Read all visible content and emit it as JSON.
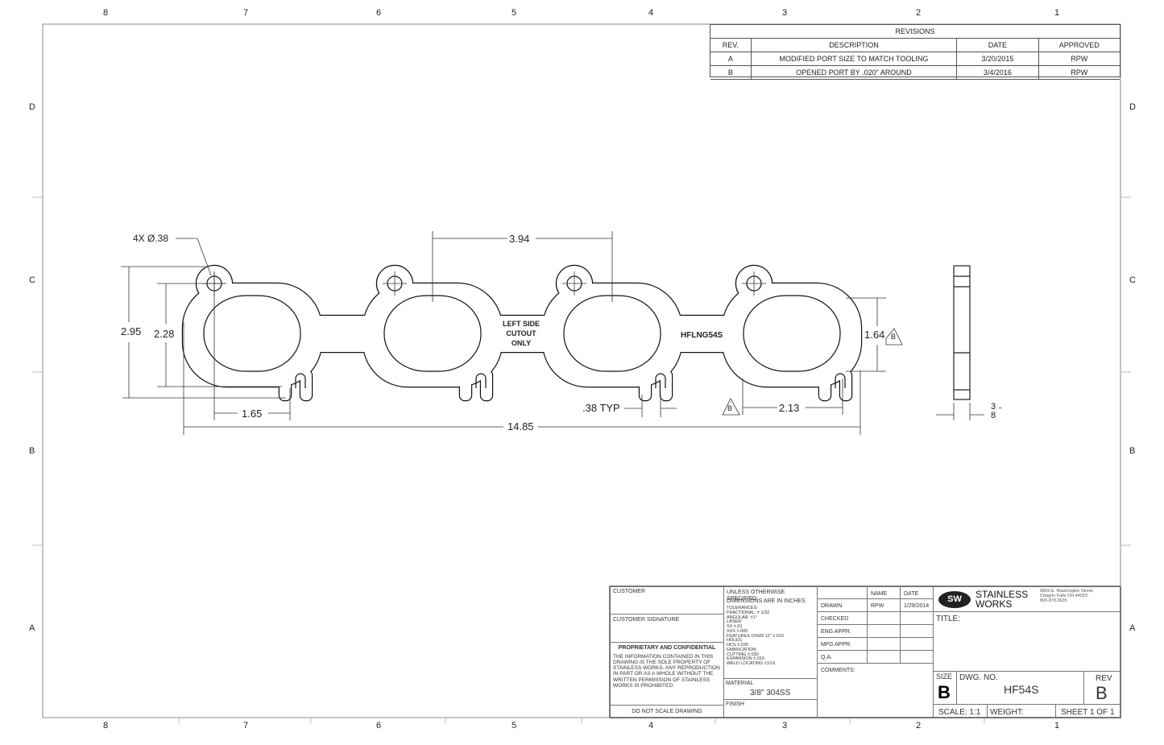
{
  "zones": {
    "top": [
      "8",
      "7",
      "6",
      "5",
      "4",
      "3",
      "2",
      "1"
    ],
    "side": [
      "D",
      "C",
      "B",
      "A"
    ]
  },
  "revisions": {
    "title": "REVISIONS",
    "headers": [
      "REV.",
      "DESCRIPTION",
      "DATE",
      "APPROVED"
    ],
    "rows": [
      [
        "A",
        "MODIFIED PORT SIZE TO MATCH TOOLING",
        "3/20/2015",
        "RPW"
      ],
      [
        "B",
        "OPENED PORT BY .020\" AROUND",
        "3/4/2016",
        "RPW"
      ]
    ]
  },
  "dimensions": {
    "hole": "4X Ø.38",
    "spacing": "3.94",
    "overall_height": "2.95",
    "port_height_outer": "2.28",
    "port_height": "1.64",
    "tab": "1.65",
    "slot": ".38 TYP",
    "port_width": "2.13",
    "overall_length": "14.85",
    "thickness_num": "3",
    "thickness_den": "8",
    "thickness_unit": "\"",
    "rev_flag": "B"
  },
  "part_labels": {
    "cutout": [
      "LEFT SIDE",
      "CUTOUT",
      "ONLY"
    ],
    "part_no": "HFLNG54S"
  },
  "title_block": {
    "customer": "CUSTOMER",
    "customer_signature": "CUSTOMER SIGNATURE",
    "proprietary": "PROPRIETARY AND CONFIDENTIAL",
    "proprietary_text": "THE INFORMATION CONTAINED IN THIS DRAWING IS THE SOLE PROPERTY OF STAINLESS WORKS. ANY REPRODUCTION IN PART OR AS A WHOLE WITHOUT THE WRITTEN PERMISSION OF STAINLESS WORKS IS PROHIBITED.",
    "do_not_scale": "DO NOT SCALE DRAWING",
    "unless": "UNLESS OTHERWISE SPECIFIED:",
    "dims_inches": "DIMENSIONS ARE IN INCHES",
    "tolerances": [
      "TOLERANCES:",
      "FRACTIONAL: ± 1/32",
      "ANGULAR: ±1°",
      "LASER:",
      "XX  ±.01",
      "XXX  ±.005",
      "FEATURES OVER 12\"  ±.010",
      "HOLES:",
      "HCS  ±.030",
      "FABRICATION:",
      "CUTTING  ±.030",
      "EXPANSION  ±.010",
      "WELD LOCATING  ±1/16"
    ],
    "material_label": "MATERIAL",
    "material": "3/8\" 304SS",
    "finish_label": "FINISH",
    "name_header": "NAME",
    "date_header": "DATE",
    "approvals": [
      {
        "label": "DRAWN",
        "name": "RPW",
        "date": "1/29/2014"
      },
      {
        "label": "CHECKED",
        "name": "",
        "date": ""
      },
      {
        "label": "ENG APPR.",
        "name": "",
        "date": ""
      },
      {
        "label": "MFG APPR.",
        "name": "",
        "date": ""
      },
      {
        "label": "Q.A.",
        "name": "",
        "date": ""
      }
    ],
    "comments": "COMMENTS:",
    "company_logo": "SW",
    "company": [
      "STAINLESS",
      "WORKS"
    ],
    "address": [
      "9859 E. Washington Street,",
      "Chagrin Falls OH 44023",
      "800.878.3635"
    ],
    "title_label": "TITLE:",
    "size_label": "SIZE",
    "size": "B",
    "dwg_no_label": "DWG. NO.",
    "dwg_no": "HF54S",
    "rev_label": "REV",
    "rev": "B",
    "scale": "SCALE: 1:1",
    "weight": "WEIGHT:",
    "sheet": "SHEET 1 OF 1"
  }
}
